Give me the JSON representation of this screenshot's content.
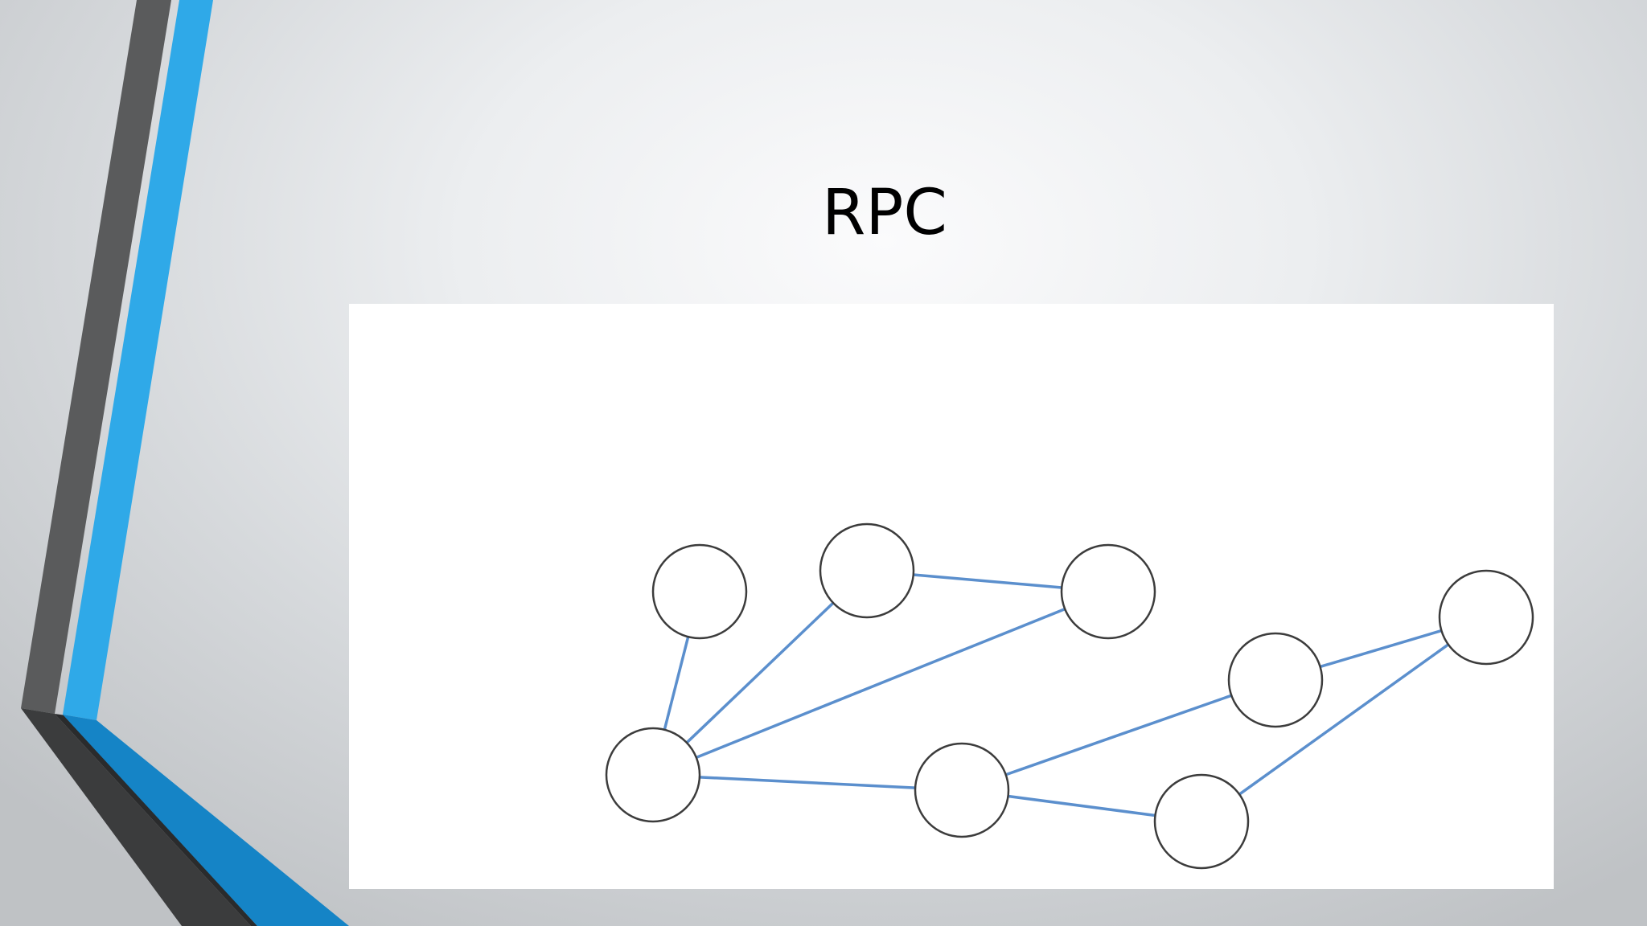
{
  "slide": {
    "title": "RPC"
  },
  "colors": {
    "accent_blue": "#2fa9e8",
    "accent_blue_dark": "#1584c6",
    "stripe_gray": "#5a5b5c",
    "stripe_gray_dark": "#3b3c3d",
    "edge": "#5b8fcd",
    "node_stroke": "#3c3c3c",
    "panel": "#ffffff"
  },
  "graph": {
    "nodes": [
      {
        "id": "n1"
      },
      {
        "id": "n2"
      },
      {
        "id": "n3"
      },
      {
        "id": "n4"
      },
      {
        "id": "n5"
      },
      {
        "id": "n6"
      },
      {
        "id": "n7"
      },
      {
        "id": "n8"
      },
      {
        "id": "n9"
      }
    ],
    "edges": [
      {
        "from": "n4",
        "to": "n1"
      },
      {
        "from": "n4",
        "to": "n2"
      },
      {
        "from": "n4",
        "to": "n3"
      },
      {
        "from": "n2",
        "to": "n3"
      },
      {
        "from": "n4",
        "to": "n5"
      },
      {
        "from": "n5",
        "to": "n7"
      },
      {
        "from": "n5",
        "to": "n6"
      },
      {
        "from": "n7",
        "to": "n8"
      },
      {
        "from": "n6",
        "to": "n8"
      }
    ]
  }
}
